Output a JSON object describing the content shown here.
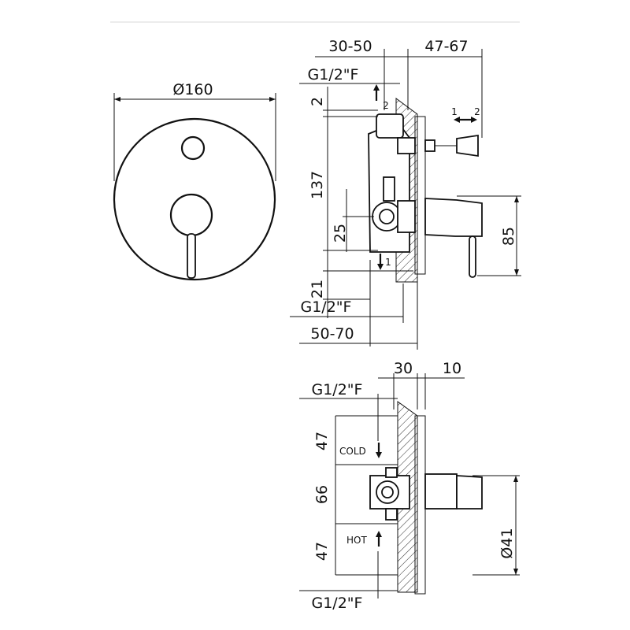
{
  "front": {
    "diameter_label": "Ø160"
  },
  "side": {
    "top_left_dim": "30-50",
    "top_right_dim": "47-67",
    "inlet_top": "G1/2\"F",
    "inlet_bottom": "G1/2\"F",
    "dim_2": "2",
    "dim_137": "137",
    "dim_25": "25",
    "dim_21": "21",
    "dim_85": "85",
    "bottom_dim": "50-70",
    "arrow_up_num": "2",
    "arrow_down_num": "1",
    "lever_dir_1": "1",
    "lever_dir_2": "2"
  },
  "bottom": {
    "dim_30": "30",
    "dim_10": "10",
    "inlet_top": "G1/2\"F",
    "inlet_bottom": "G1/2\"F",
    "dim_47_top": "47",
    "dim_66": "66",
    "dim_47_bottom": "47",
    "cold_label": "COLD",
    "hot_label": "HOT",
    "dia_41": "Ø41"
  }
}
